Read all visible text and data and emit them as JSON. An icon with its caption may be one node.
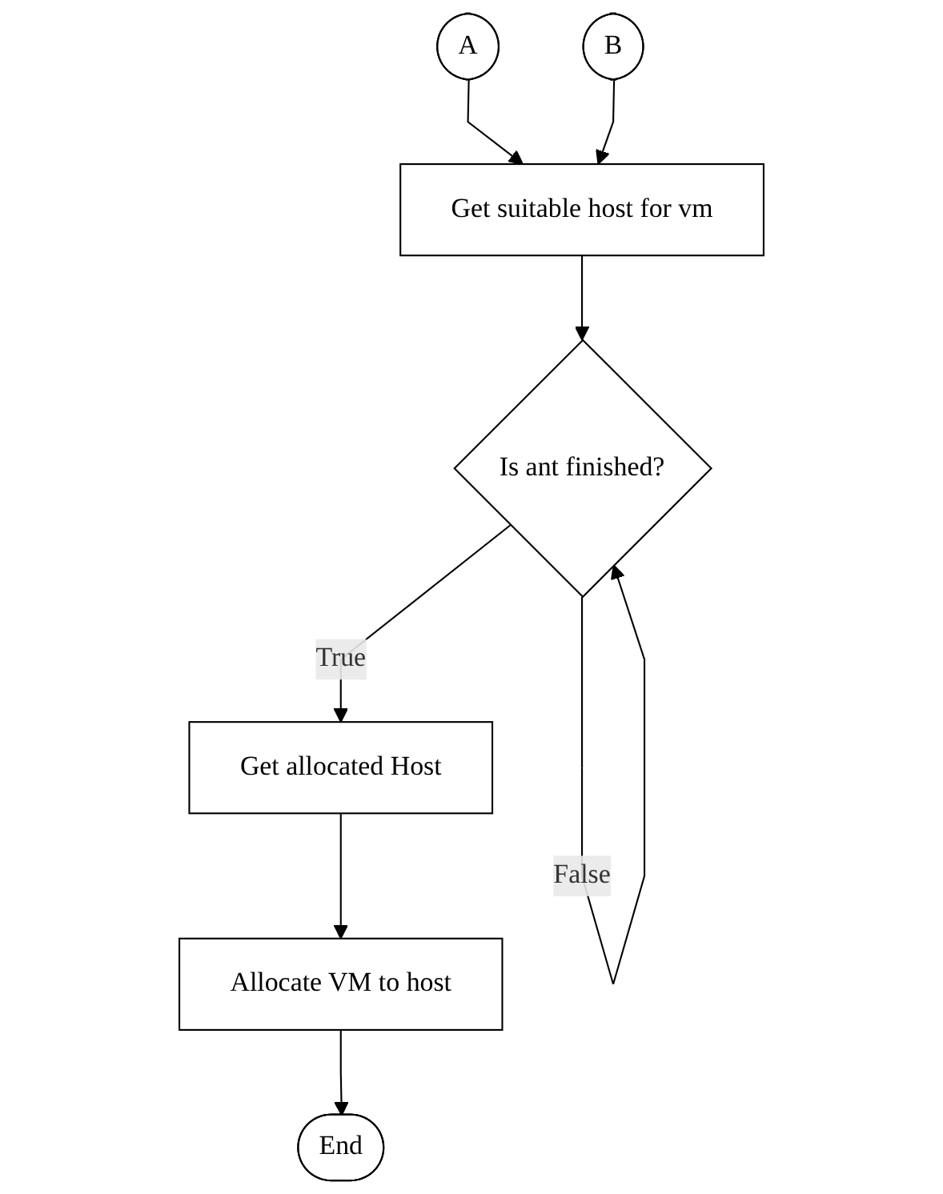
{
  "diagram": {
    "nodes": [
      {
        "text": [
          "A"
        ]
      },
      {
        "text": [
          "B"
        ]
      },
      {
        "text": [
          "Get suitable host for vm"
        ]
      },
      {
        "text": [
          "Is ant finished?"
        ]
      },
      {
        "text": [
          "Get allocated Host"
        ]
      },
      {
        "text": [
          "Allocate VM to host"
        ]
      },
      {
        "text": [
          "End"
        ]
      }
    ],
    "edges": [
      {
        "from": 0,
        "to": 2,
        "arrow": "to"
      },
      {
        "from": 1,
        "to": 2,
        "arrow": "to"
      },
      {
        "from": 2,
        "to": 3,
        "arrow": "to"
      },
      {
        "from": 3,
        "to": 3,
        "arrow": "to",
        "label": "False"
      },
      {
        "from": 3,
        "to": 4,
        "arrow": "to",
        "label": "True"
      },
      {
        "from": 4,
        "to": 5,
        "arrow": "to"
      },
      {
        "from": 5,
        "to": 6,
        "arrow": "to"
      }
    ]
  }
}
